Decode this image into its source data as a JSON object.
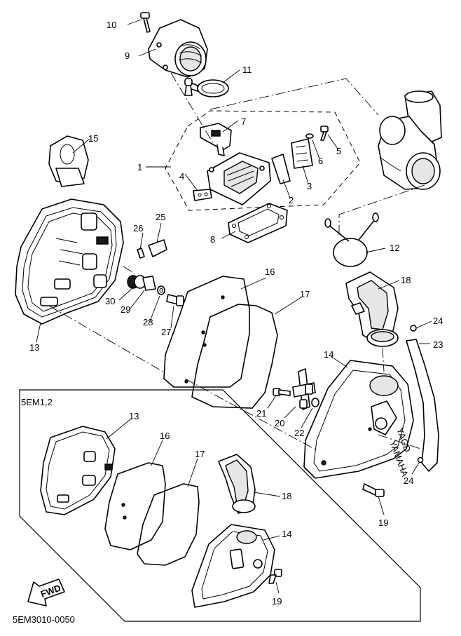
{
  "diagram": {
    "code": "5EM3010-0050",
    "inset_title": "5EM1,2",
    "fwd_text": "FWD",
    "callouts": [
      "1",
      "2",
      "3",
      "4",
      "5",
      "6",
      "7",
      "8",
      "9",
      "10",
      "11",
      "12",
      "13",
      "14",
      "15",
      "16",
      "17",
      "18",
      "19",
      "20",
      "21",
      "22",
      "23",
      "24",
      "25",
      "26",
      "27",
      "28",
      "29",
      "30"
    ],
    "inset_callouts": [
      "13",
      "16",
      "17",
      "18",
      "14",
      "19"
    ],
    "brand_marks": [
      "YAMAHA",
      "YAGD"
    ]
  }
}
